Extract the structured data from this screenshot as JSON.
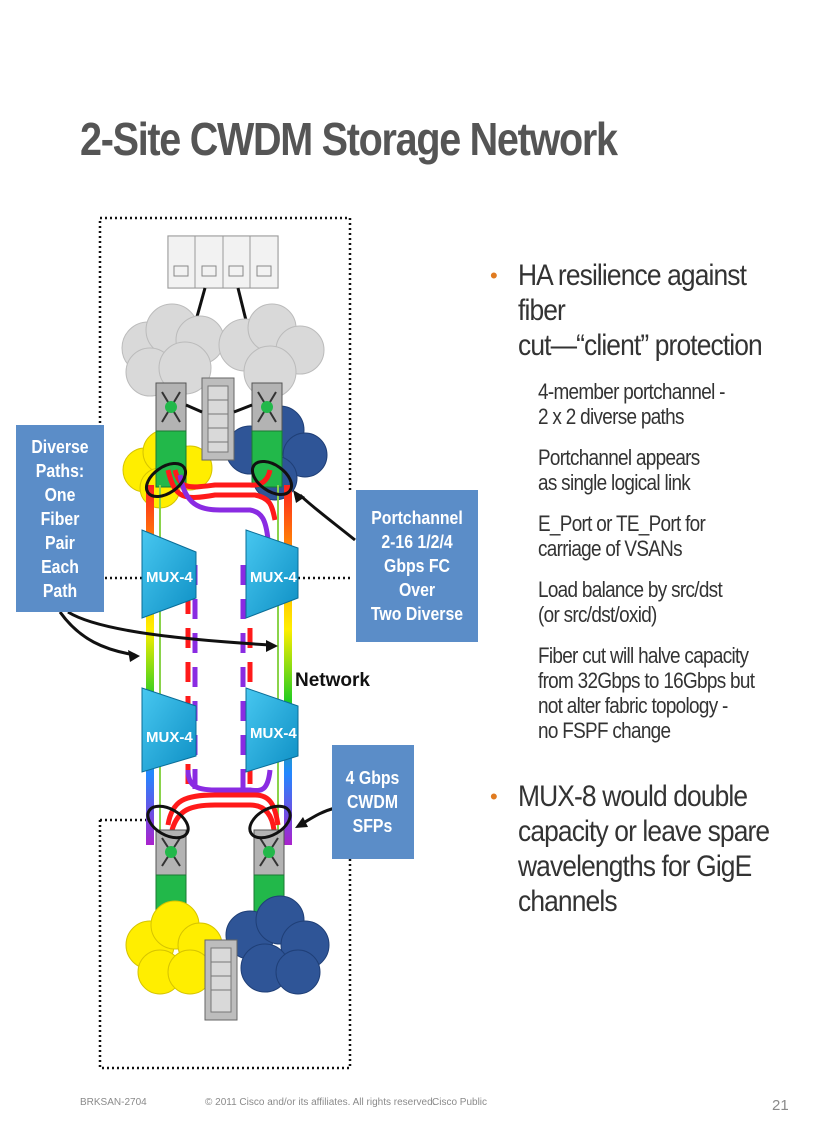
{
  "slide": {
    "title": "2-Site CWDM Storage Network",
    "page_number": "21"
  },
  "diagram": {
    "mux_labels": [
      "MUX-4",
      "MUX-4",
      "MUX-4",
      "MUX-4"
    ],
    "network_label": "Network",
    "callouts": {
      "diverse_paths": "Diverse\nPaths:\nOne Fiber\nPair Each\nPath",
      "portchannel": "Portchannel\n2-16 1/2/4\nGbps FC Over\nTwo Diverse",
      "sfps": "4 Gbps\nCWDM\nSFPs"
    },
    "colors": {
      "callout": "#5b8dc8",
      "mux": "#1aa6d9",
      "switch_green": "#22b84a",
      "cloud_yellow": "#ffee00",
      "cloud_blue": "#2f5597",
      "cloud_gray": "#d9d9d9",
      "path_red": "#ff1a1a",
      "path_purple": "#8a2be2"
    }
  },
  "bullets": [
    {
      "text": "HA resilience against fiber\ncut—“client” protection",
      "sub": [
        "4-member portchannel -\n2 x 2 diverse paths",
        "Portchannel appears\nas single logical link",
        "E_Port or TE_Port for\ncarriage of VSANs",
        "Load balance by src/dst\n(or src/dst/oxid)",
        "Fiber cut will halve capacity\nfrom 32Gbps to 16Gbps but\nnot alter fabric topology -\nno FSPF change"
      ]
    },
    {
      "text": "MUX-8 would double\ncapacity or leave spare\nwavelengths for GigE\nchannels",
      "sub": []
    }
  ],
  "footer": {
    "session": "BRKSAN-2704",
    "copyright": "© 2011 Cisco and/or its affiliates. All rights reserved.",
    "classification": "Cisco Public"
  }
}
